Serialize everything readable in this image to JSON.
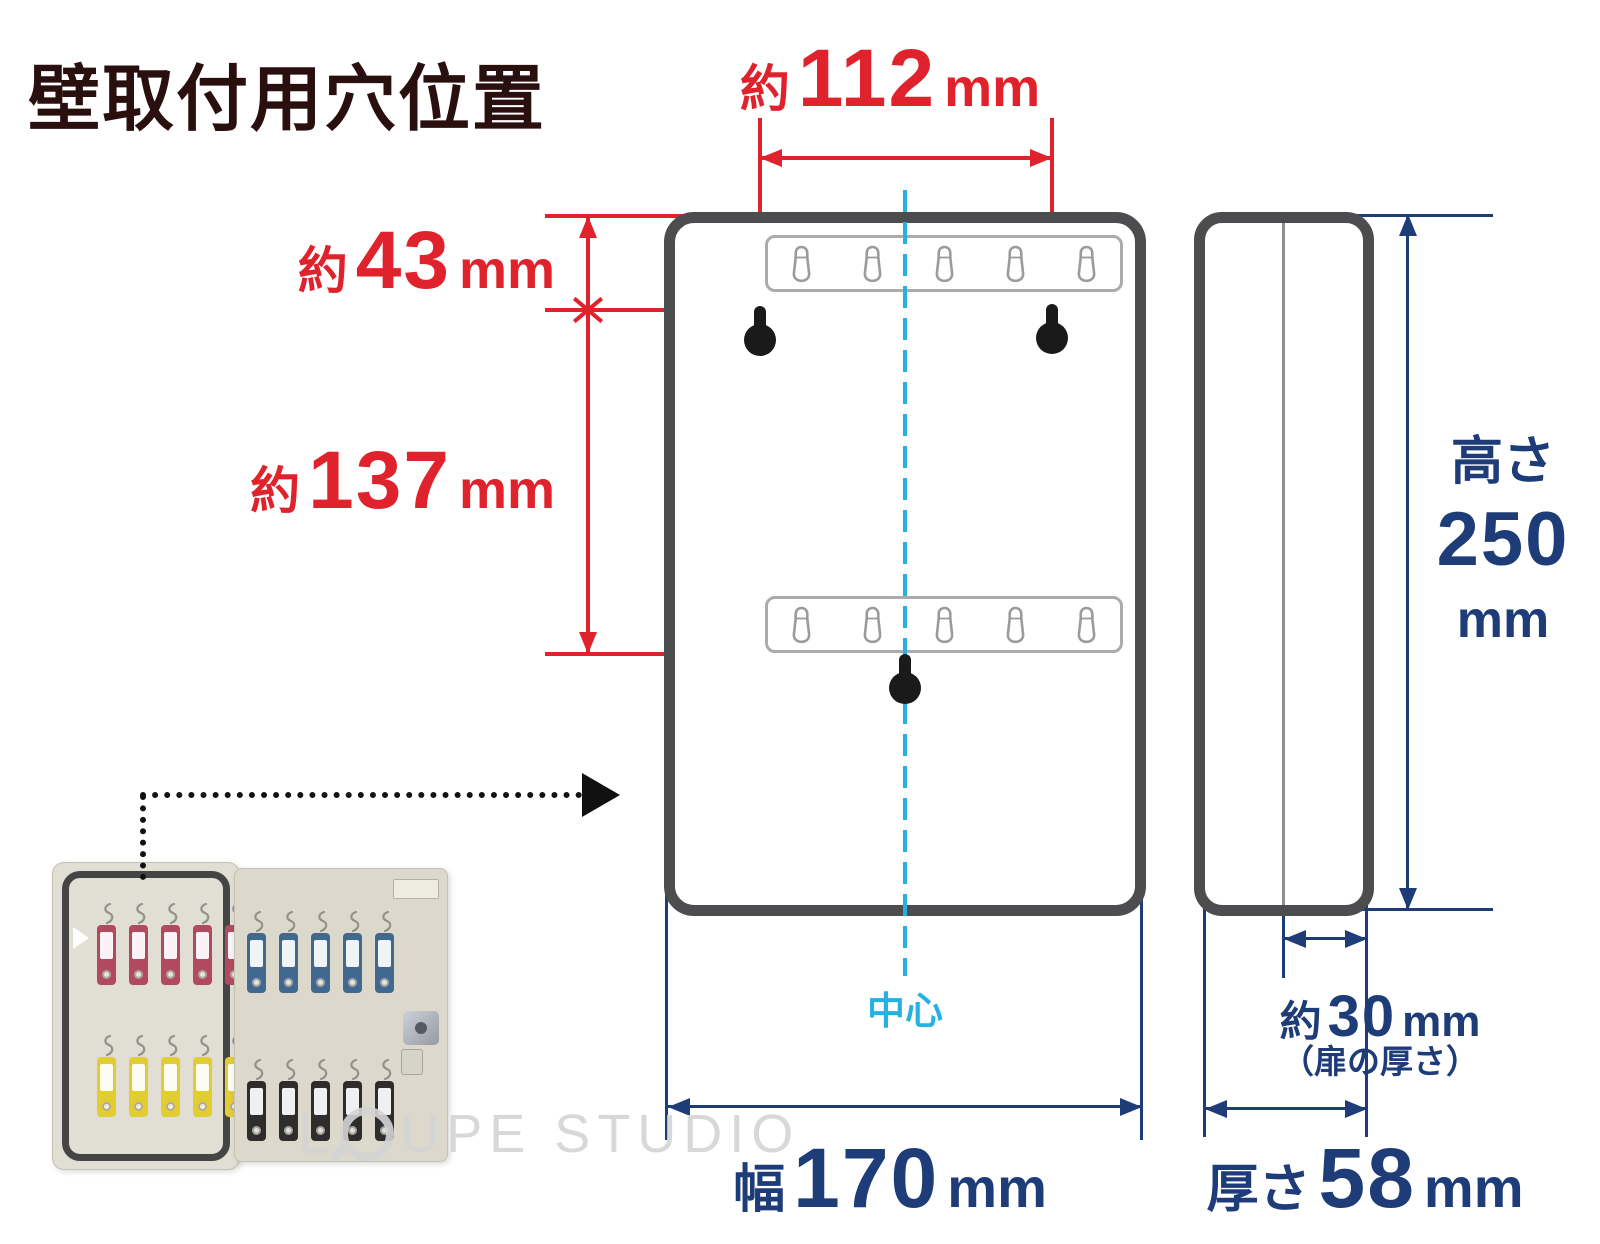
{
  "title": "壁取付用穴位置",
  "center_line_label": "中心",
  "red_dimensions": {
    "hole_spacing_horizontal": {
      "prefix": "約",
      "value": "112",
      "unit": "mm"
    },
    "top_edge_to_holes": {
      "prefix": "約",
      "value": "43",
      "unit": "mm"
    },
    "upper_to_lower_hole": {
      "prefix": "約",
      "value": "137",
      "unit": "mm"
    }
  },
  "blue_dimensions": {
    "height": {
      "label": "高さ",
      "value": "250",
      "unit": "mm"
    },
    "width": {
      "label": "幅",
      "value": "170",
      "unit": "mm"
    },
    "thickness": {
      "label": "厚さ",
      "value": "58",
      "unit": "mm"
    },
    "door_thickness": {
      "prefix": "約",
      "value": "30",
      "unit": "mm",
      "note": "（扉の厚さ）"
    }
  },
  "front_view": {
    "hook_rails": 2,
    "hooks_per_rail": 5,
    "mounting_holes": 3
  },
  "photo": {
    "tags_per_row": 5,
    "tag_rows": [
      {
        "name": "door-top",
        "color_key": "tag_pink"
      },
      {
        "name": "door-bottom",
        "color_key": "tag_yellow"
      },
      {
        "name": "body-top",
        "color_key": "tag_blue"
      },
      {
        "name": "body-bottom",
        "color_key": "tag_black"
      }
    ]
  },
  "watermark": {
    "prefix": "L",
    "suffix": "UPE STUDIO"
  },
  "colors": {
    "red": "#e0222d",
    "navy": "#1e3c78",
    "cyan": "#25b2e3",
    "frame": "#4d4d4f",
    "rail": "#ababab",
    "title": "#2a0f0f",
    "watermark": "#d4d4d4",
    "tag_pink": "#b24a5f",
    "tag_yellow": "#e2cc32",
    "tag_blue": "#41688f",
    "tag_black": "#2e2d2b"
  }
}
